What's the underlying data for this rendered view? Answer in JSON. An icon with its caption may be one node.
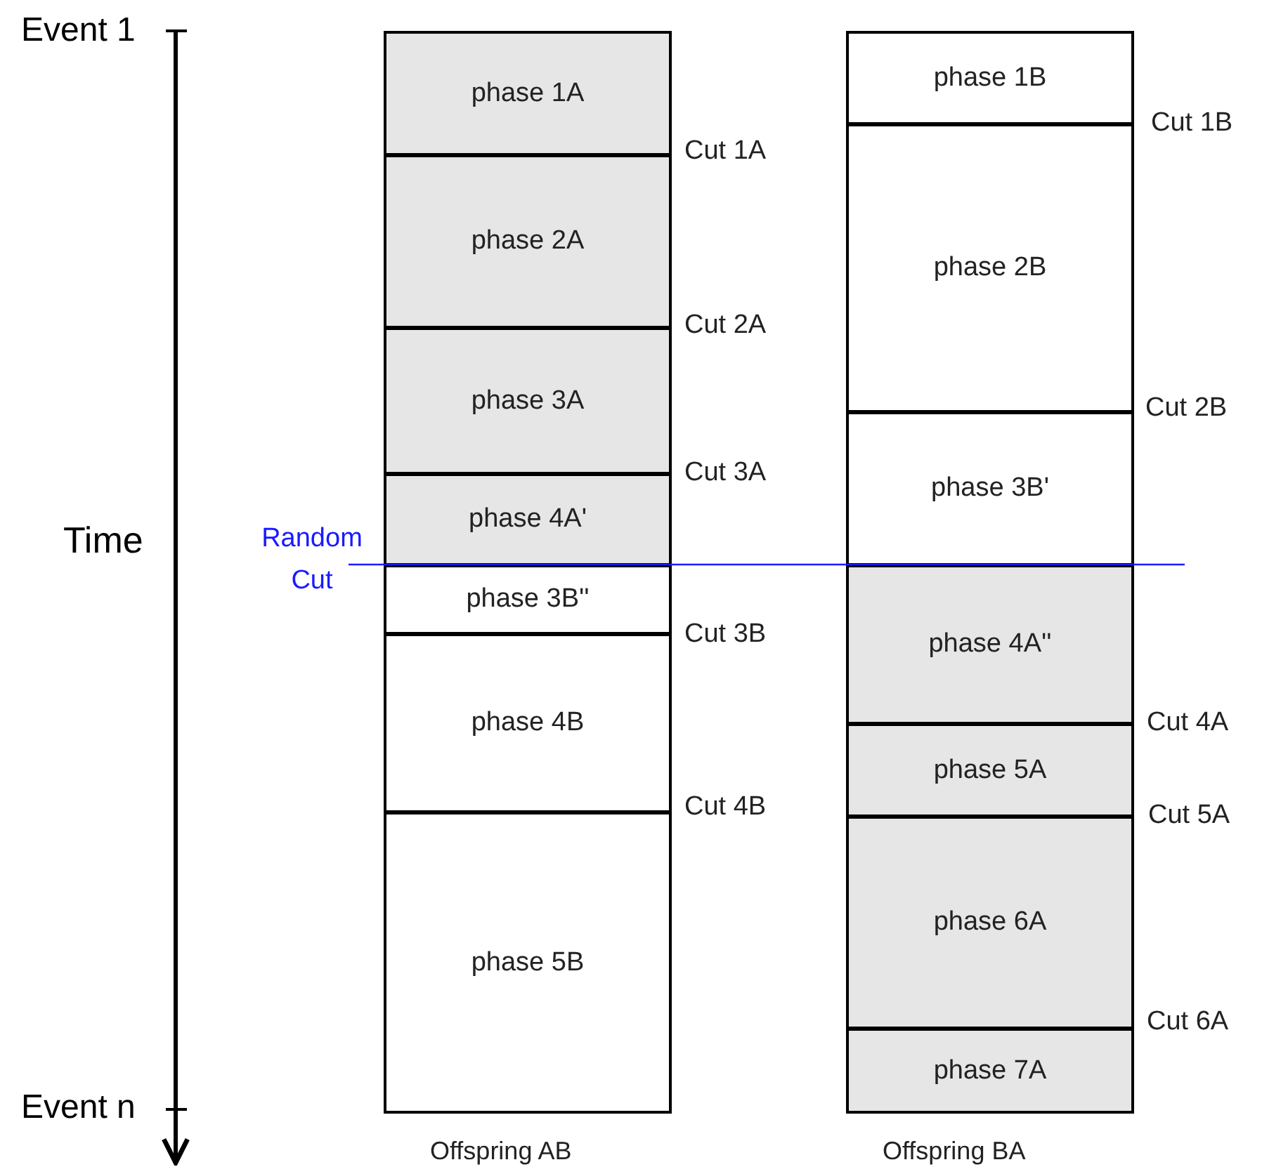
{
  "diagram": {
    "nodes": [
      {
        "text": [
          "phase 1A"
        ]
      },
      {
        "text": [
          "phase 2A"
        ]
      },
      {
        "text": [
          "phase 3A"
        ]
      },
      {
        "text": [
          "phase 4A'"
        ]
      },
      {
        "text": [
          "phase 3B''"
        ]
      },
      {
        "text": [
          "phase 4B"
        ]
      },
      {
        "text": [
          "phase 5B"
        ]
      },
      {
        "text": [
          "phase 1B"
        ]
      },
      {
        "text": [
          "phase 2B"
        ]
      },
      {
        "text": [
          "phase 3B'"
        ]
      },
      {
        "text": [
          "phase 4A''"
        ]
      },
      {
        "text": [
          "phase 5A"
        ]
      },
      {
        "text": [
          "phase 6A"
        ]
      },
      {
        "text": [
          "phase 7A"
        ]
      }
    ],
    "labels": [
      "Event 1",
      "Cut 1B",
      "Cut 1A",
      "Cut 2A",
      "Cut 2B",
      "Cut 3A",
      "Time",
      "Random Cut",
      "Cut 3B",
      "Cut 4A",
      "Cut 4B",
      "Cut 5A",
      "Cut 6A",
      "Event n",
      "Offspring AB",
      "Offspring BA"
    ]
  }
}
